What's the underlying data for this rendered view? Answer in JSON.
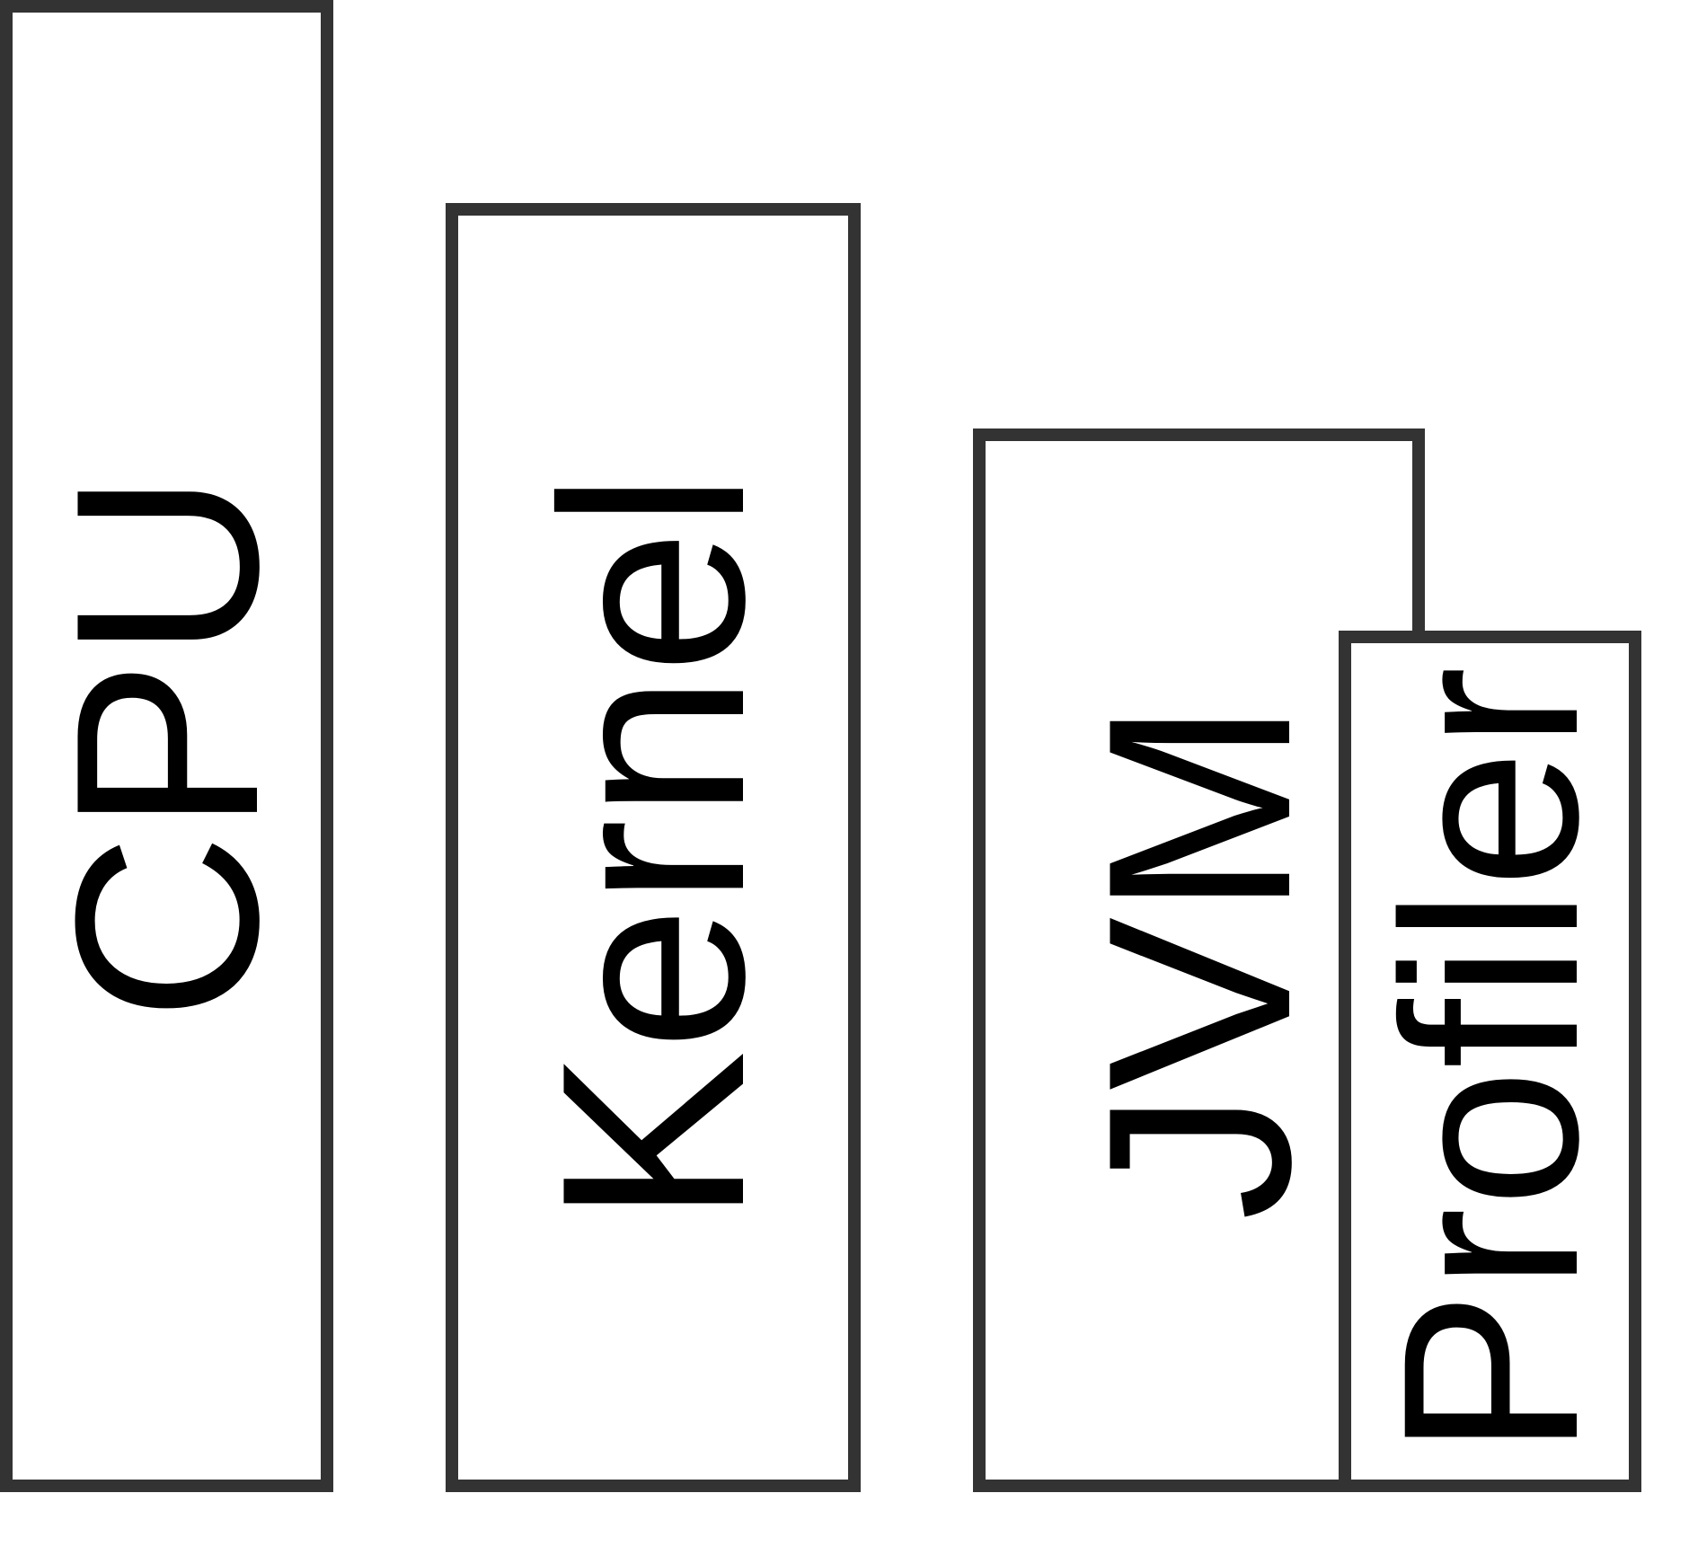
{
  "diagram": {
    "blocks": [
      {
        "id": "cpu",
        "label": "CPU"
      },
      {
        "id": "kernel",
        "label": "Kernel"
      },
      {
        "id": "jvm",
        "label": "JVM"
      },
      {
        "id": "profiler",
        "label": "Profiler"
      }
    ],
    "colors": {
      "border": "#333333",
      "text": "#000000",
      "background": "#ffffff"
    }
  }
}
